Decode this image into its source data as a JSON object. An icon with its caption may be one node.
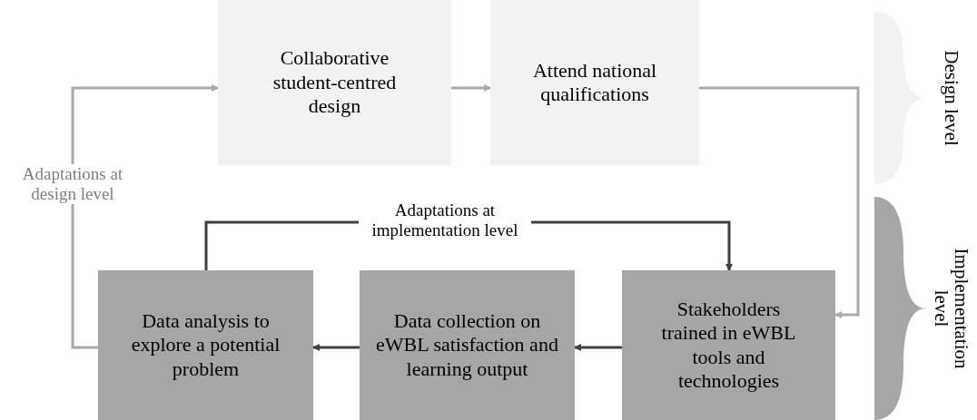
{
  "diagram": {
    "nodes": [
      {
        "text": [
          "Collaborative student-centred design"
        ]
      },
      {
        "text": [
          "Attend national qualifications"
        ]
      },
      {
        "text": [
          "Data analysis to explore a potential problem"
        ]
      },
      {
        "text": [
          "Data collection on eWBL satisfaction and learning output"
        ]
      },
      {
        "text": [
          "Stakeholders trained in eWBL tools and technologies"
        ]
      },
      {
        "text": [],
        "shape": "brace",
        "beside": [
          "Design level"
        ]
      },
      {
        "text": [],
        "shape": "brace",
        "beside": [
          "Implementation level"
        ]
      }
    ],
    "edges": [
      {
        "from": 0,
        "to": 1,
        "arrow": "to"
      },
      {
        "from": 1,
        "to": 4,
        "arrow": "to"
      },
      {
        "from": 4,
        "to": 3,
        "arrow": "to",
        "color": "#404040"
      },
      {
        "from": 3,
        "to": 2,
        "arrow": "to",
        "color": "#404040"
      },
      {
        "from": 2,
        "to": 4,
        "arrow": "to",
        "label": "Adaptations at implementation level",
        "color": "#404040"
      },
      {
        "from": 2,
        "to": 0,
        "arrow": "to",
        "label": "Adaptations at design level"
      }
    ]
  }
}
